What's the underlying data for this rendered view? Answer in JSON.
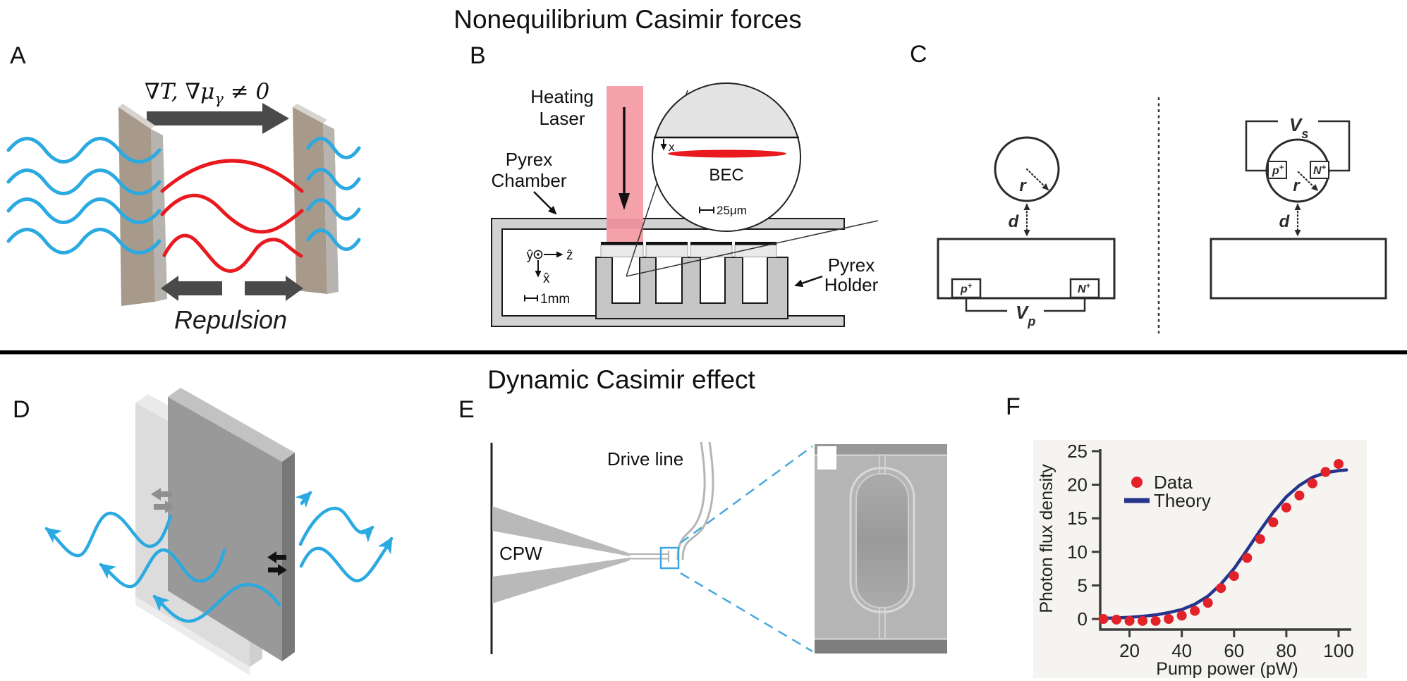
{
  "titles": {
    "top": "Nonequilibrium Casimir forces",
    "bottom": "Dynamic Casimir effect"
  },
  "panels": {
    "a": {
      "label": "A",
      "gradient_formula": {
        "pre": "∇T, ∇μ",
        "sub": "γ",
        "post": " ≠ 0"
      },
      "repulsion_label": "Repulsion"
    },
    "b": {
      "label": "B",
      "heating_laser_line1": "Heating",
      "heating_laser_line2": "Laser",
      "pyrex_chamber_line1": "Pyrex",
      "pyrex_chamber_line2": "Chamber",
      "pyrex_holder_line1": "Pyrex",
      "pyrex_holder_line2": "Holder",
      "bec_label": "BEC",
      "inset_depth_axis": "x",
      "inset_scale": "25μm",
      "main_scale": "1mm",
      "axis_y": "ŷ",
      "axis_z": "ẑ",
      "axis_x": "x̂"
    },
    "c": {
      "label": "C",
      "radius_label": "r",
      "gap_label": "d",
      "p_contact": "p",
      "n_contact": "N",
      "contact_sup": "+",
      "voltage_base": "V",
      "plate_voltage_sub": "p",
      "sphere_voltage_sub": "s"
    },
    "d": {
      "label": "D"
    },
    "e": {
      "label": "E",
      "cpw_label": "CPW",
      "drive_line_label": "Drive line"
    },
    "f": {
      "label": "F"
    }
  },
  "colors": {
    "wave_blue": "#2BA9E1",
    "wave_red": "#E8191F",
    "laser_pink": "#F4A1AA",
    "laser_pink_dark": "#EA94A0",
    "plate_tan": "#A89A8B",
    "arrow_dark": "#4A4A4A",
    "data_red": "#E32128",
    "theory_blue": "#26348B"
  },
  "chart_data": {
    "type": "scatter",
    "title": "",
    "xlabel": "Pump power (pW)",
    "ylabel": "Photon flux density",
    "xlim": [
      8,
      105
    ],
    "ylim": [
      0,
      25
    ],
    "xticks": [
      20,
      40,
      60,
      80,
      100
    ],
    "yticks": [
      0,
      5,
      10,
      15,
      20,
      25
    ],
    "grid": false,
    "legend_position": "upper-left",
    "legend": [
      {
        "label": "Data",
        "type": "scatter",
        "color": "#E32128"
      },
      {
        "label": "Theory",
        "type": "line",
        "color": "#26348B"
      }
    ],
    "series": [
      {
        "name": "Theory",
        "type": "line",
        "color": "#26348B",
        "points": [
          [
            10,
            0.1
          ],
          [
            15,
            0.15
          ],
          [
            20,
            0.25
          ],
          [
            25,
            0.4
          ],
          [
            30,
            0.6
          ],
          [
            35,
            0.95
          ],
          [
            40,
            1.4
          ],
          [
            45,
            2.2
          ],
          [
            50,
            3.4
          ],
          [
            55,
            5.2
          ],
          [
            60,
            7.5
          ],
          [
            65,
            10.3
          ],
          [
            70,
            13.2
          ],
          [
            75,
            15.9
          ],
          [
            80,
            18.2
          ],
          [
            85,
            19.9
          ],
          [
            90,
            21.1
          ],
          [
            95,
            21.8
          ],
          [
            100,
            22.1
          ],
          [
            103,
            22.2
          ]
        ]
      },
      {
        "name": "Data",
        "type": "scatter",
        "color": "#E32128",
        "points": [
          [
            10,
            0
          ],
          [
            15,
            -0.1
          ],
          [
            20,
            -0.3
          ],
          [
            25,
            -0.3
          ],
          [
            30,
            -0.3
          ],
          [
            35,
            0
          ],
          [
            40,
            0.5
          ],
          [
            45,
            1.2
          ],
          [
            50,
            2.4
          ],
          [
            55,
            4.6
          ],
          [
            60,
            6.4
          ],
          [
            65,
            9.1
          ],
          [
            70,
            11.9
          ],
          [
            75,
            14.4
          ],
          [
            80,
            16.6
          ],
          [
            85,
            18.4
          ],
          [
            90,
            20.2
          ],
          [
            95,
            21.9
          ],
          [
            100,
            23.1
          ]
        ]
      }
    ]
  }
}
